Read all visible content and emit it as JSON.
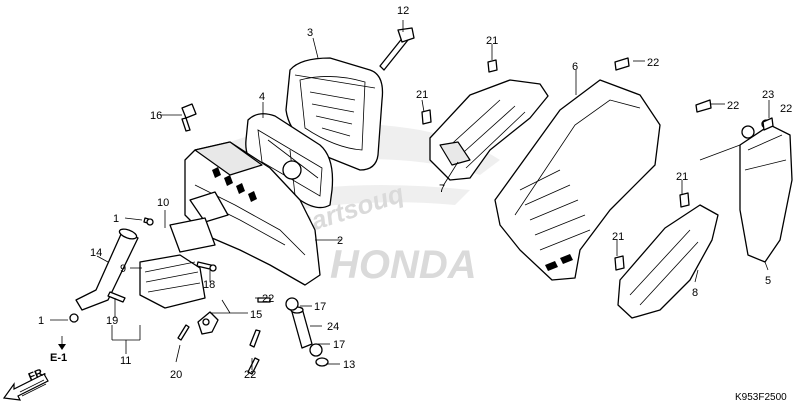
{
  "diagram": {
    "callouts": [
      "12",
      "3",
      "21",
      "22",
      "6",
      "22",
      "23",
      "22",
      "4",
      "16",
      "21",
      "7",
      "21",
      "1",
      "10",
      "2",
      "14",
      "9",
      "18",
      "22",
      "17",
      "15",
      "1",
      "19",
      "24",
      "17",
      "13",
      "11",
      "20",
      "22",
      "8",
      "5",
      "21"
    ],
    "direction_label": "E-1",
    "front_arrow_label": "FR.",
    "figure_code": "K953F2500",
    "watermark_text": "HONDA",
    "watermark_sub": "Partsouq"
  }
}
